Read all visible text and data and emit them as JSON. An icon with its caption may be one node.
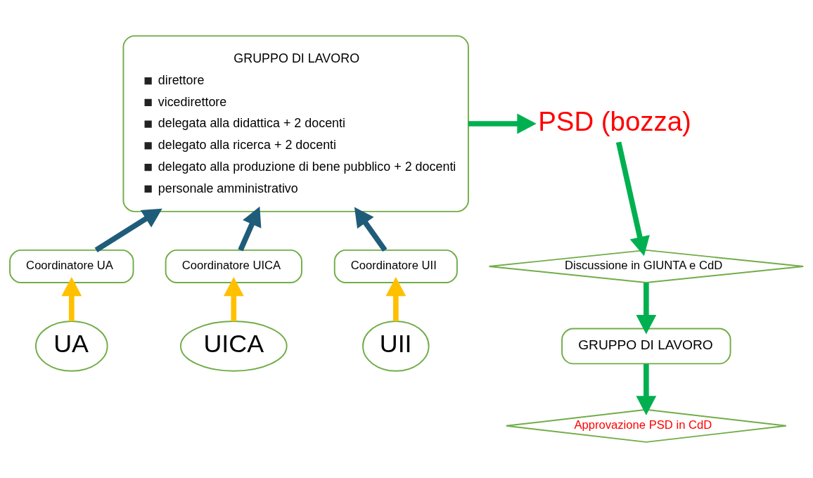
{
  "diagram": {
    "nodes": [
      {
        "text": [
          "GRUPPO DI LAVORO",
          "direttore",
          "vicedirettore",
          "delegata alla didattica + 2 docenti",
          "delegato alla ricerca + 2 docenti",
          "delegato alla produzione di bene pubblico + 2 docenti",
          "personale amministrativo"
        ]
      },
      {
        "text": [
          "PSD (bozza)"
        ]
      },
      {
        "text": [
          "Discussione in GIUNTA e CdD"
        ]
      },
      {
        "text": [
          "GRUPPO DI LAVORO"
        ]
      },
      {
        "text": [
          "Approvazione PSD in CdD"
        ]
      },
      {
        "text": [
          "Coordinatore UA"
        ]
      },
      {
        "text": [
          "Coordinatore UICA"
        ]
      },
      {
        "text": [
          "Coordinatore UII"
        ]
      },
      {
        "text": [
          "UA"
        ]
      },
      {
        "text": [
          "UICA"
        ]
      },
      {
        "text": [
          "UII"
        ]
      }
    ],
    "edges": [
      {
        "from": 0,
        "to": 1,
        "arrow": "to"
      },
      {
        "from": 1,
        "to": 2,
        "arrow": "to"
      },
      {
        "from": 2,
        "to": 3,
        "arrow": "to"
      },
      {
        "from": 3,
        "to": 4,
        "arrow": "to"
      },
      {
        "from": 5,
        "to": 0,
        "arrow": "to",
        "color": "#1f5c7a"
      },
      {
        "from": 6,
        "to": 0,
        "arrow": "to",
        "color": "#1f5c7a"
      },
      {
        "from": 7,
        "to": 0,
        "arrow": "to",
        "color": "#1f5c7a"
      },
      {
        "from": 8,
        "to": 5,
        "arrow": "to",
        "color": "#ffc000"
      },
      {
        "from": 9,
        "to": 6,
        "arrow": "to",
        "color": "#ffc000"
      },
      {
        "from": 10,
        "to": 7,
        "arrow": "to",
        "color": "#ffc000"
      }
    ]
  }
}
